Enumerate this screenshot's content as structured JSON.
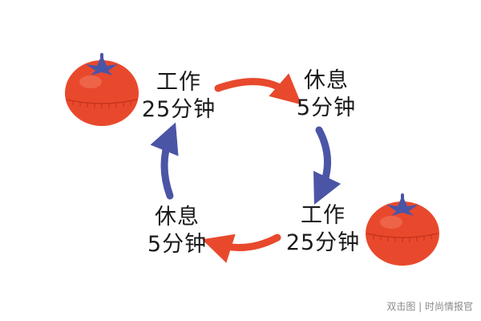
{
  "nodes": [
    {
      "id": "work-1",
      "line1": "工作",
      "line2": "25分钟"
    },
    {
      "id": "rest-1",
      "line1": "休息",
      "line2": "5分钟"
    },
    {
      "id": "work-2",
      "line1": "工作",
      "line2": "25分钟"
    },
    {
      "id": "rest-2",
      "line1": "休息",
      "line2": "5分钟"
    }
  ],
  "colors": {
    "work_arrow": "#e8492d",
    "rest_arrow": "#4b55a6",
    "tomato": "#e8492d",
    "tomato_shade": "#c9351d",
    "stem": "#4b55a6"
  },
  "icons": [
    "tomato-timer-icon"
  ],
  "watermark": "双击图 | 时尚情报官"
}
